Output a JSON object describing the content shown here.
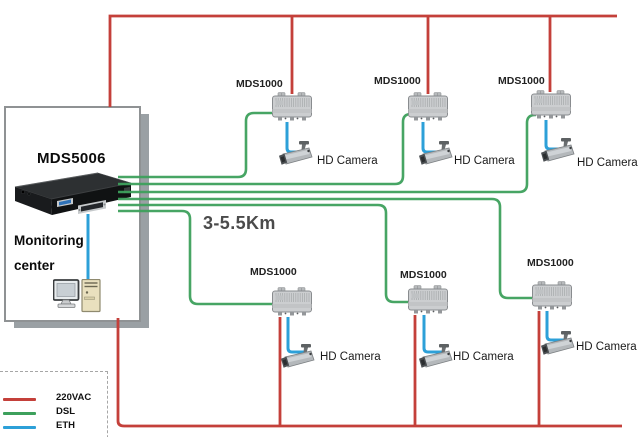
{
  "colors": {
    "vac": "#c4403a",
    "dsl": "#3da05c",
    "eth": "#2da0d8"
  },
  "headend": {
    "device_label": "MDS5006",
    "site_label_line1": "Monitoring",
    "site_label_line2": "center"
  },
  "distance_label": "3-5.5Km",
  "nodes": [
    {
      "device_label": "MDS1000",
      "camera_label": "HD Camera"
    },
    {
      "device_label": "MDS1000",
      "camera_label": "HD Camera"
    },
    {
      "device_label": "MDS1000",
      "camera_label": "HD Camera"
    },
    {
      "device_label": "MDS1000",
      "camera_label": "HD Camera"
    },
    {
      "device_label": "MDS1000",
      "camera_label": "HD Camera"
    },
    {
      "device_label": "MDS1000",
      "camera_label": "HD Camera"
    }
  ],
  "legend": {
    "items": [
      {
        "label": "220VAC"
      },
      {
        "label": "DSL"
      },
      {
        "label": "ETH"
      }
    ]
  }
}
